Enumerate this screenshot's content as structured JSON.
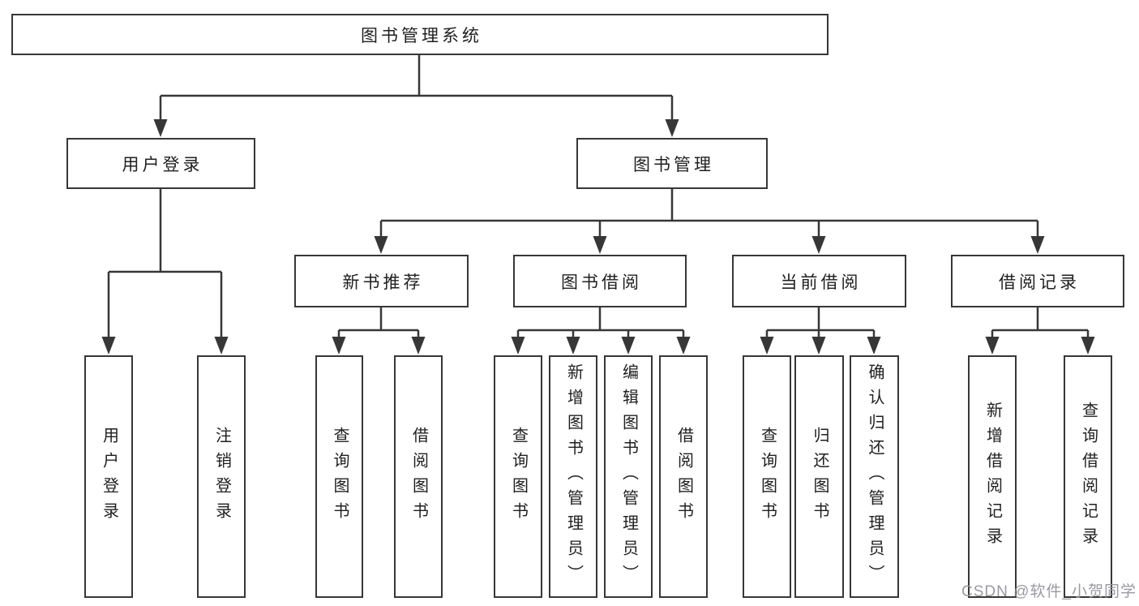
{
  "diagram": {
    "type": "hierarchy-tree",
    "root": "图书管理系统",
    "level2": [
      {
        "label": "用户登录",
        "children": [
          "用户登录",
          "注销登录"
        ]
      },
      {
        "label": "图书管理",
        "children": [
          {
            "label": "新书推荐",
            "children": [
              "查询图书",
              "借阅图书"
            ]
          },
          {
            "label": "图书借阅",
            "children": [
              "查询图书",
              "新增图书（管理员）",
              "编辑图书（管理员）",
              "借阅图书"
            ]
          },
          {
            "label": "当前借阅",
            "children": [
              "查询图书",
              "归还图书",
              "确认归还（管理员）"
            ]
          },
          {
            "label": "借阅记录",
            "children": [
              "新增借阅记录",
              "查询借阅记录"
            ]
          }
        ]
      }
    ]
  },
  "watermark": "CSDN @软件_小贺同学",
  "colors": {
    "line": "#373737",
    "box_border": "#373737",
    "box_background": "#ffffff",
    "text": "#1f1f1f",
    "watermark": "#94969e",
    "background": "#ffffff"
  }
}
